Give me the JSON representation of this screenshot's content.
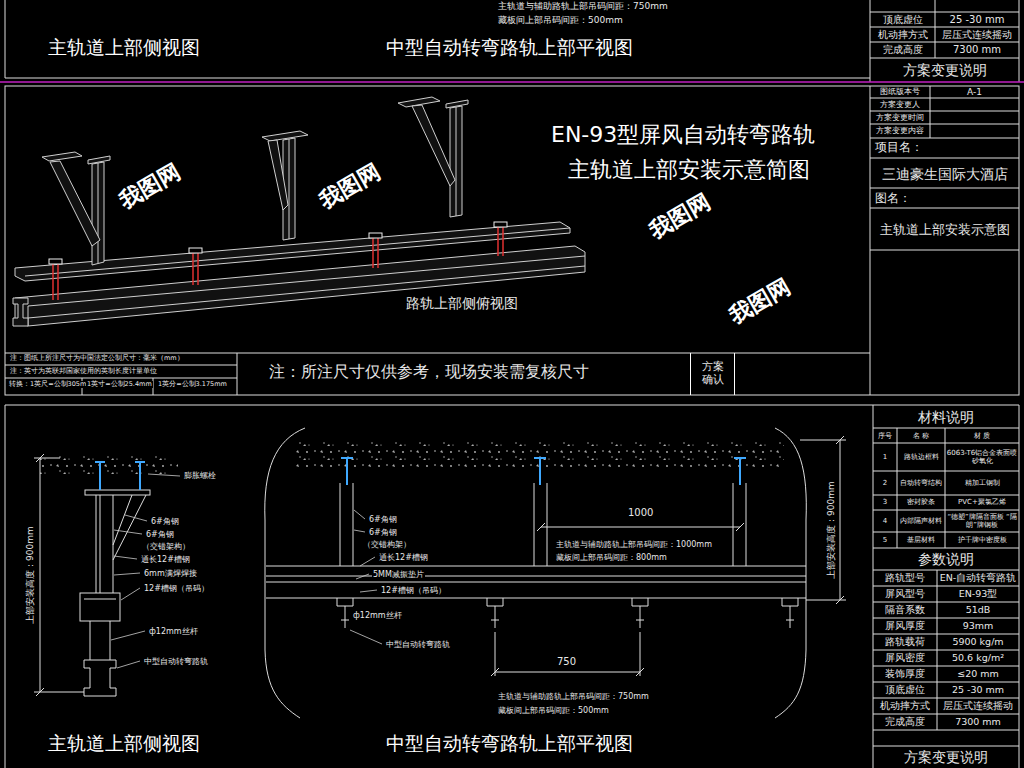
{
  "diagram": {
    "nodes": [
      {
        "text": [
          "方案确认"
        ]
      }
    ],
    "labels": [
      "主轨道与辅助路轨上部吊码间距：750mm",
      "藏板间上部吊码间距：500mm",
      "主轨道上部侧视图",
      "中型自动转弯路轨上部平视图",
      "顶底虚位",
      "25 -30 mm",
      "机动摔方式",
      "层压式连续摇动",
      "完成高度",
      "7300 mm",
      "方案变更说明",
      "图纸版本号",
      "A-1",
      "方案变更人",
      "方案变更时间",
      "方案变更内容",
      "项目名：",
      "三迪豪生国际大酒店",
      "图名：",
      "主轨道上部安装示意图",
      "EN-93型屏风自动转弯路轨",
      "主轨道上部安装示意简图",
      "路轨上部侧俯视图",
      "注：图纸上所注尺寸为中国法定公制尺寸：毫米（mm）",
      "注：英寸为英联邦国家使用的英制长度计量单位",
      "转换：1英尺=公制305mm",
      "1英寸=公制25.4mm",
      "1英分=公制3.175mm",
      "注：所注尺寸仅供参考，现场安装需复核尺寸",
      "膨胀螺栓",
      "6#角钢",
      "6#角钢",
      "（交错架构）",
      "通长12#槽钢",
      "6mm满焊焊接",
      "12#槽钢（吊码）",
      "ф12mm丝杆",
      "中型自动转弯路轨",
      "上部安装高度：900mm",
      "6#角钢",
      "6#角钢",
      "（交错构架）",
      "通长12#槽钢",
      "1000",
      "主轨道与辅助路轨上部吊码间距：1000mm",
      "藏板间上部吊码间距：800mm",
      "5MM减振垫片",
      "12#槽钢（吊码）",
      "ф12mm丝杆",
      "中型自动转弯路轨",
      "750",
      "主轨道与辅助路轨上部吊码间距：750mm",
      "藏板间上部吊码间距：500mm",
      "主轨道上部侧视图",
      "中型自动转弯路轨上部平视图",
      "上部安装高度：900mm",
      "材料说明",
      "序号",
      "名 称",
      "材 质",
      "1",
      "路轨边框料",
      "6063-T6铝合金表面喷砂氧化",
      "2",
      "自动转弯结构",
      "精加工钢制",
      "3",
      "密封胶条",
      "PVC+聚氯乙烯",
      "4",
      "内部隔声材料",
      "“德塑”牌隔音面板 “隔朗”牌钢板",
      "5",
      "基层材料",
      "护千牌中密度板",
      "参数说明",
      "路轨型号",
      "EN-自动转弯路轨",
      "屏风型号",
      "EN-93型",
      "隔音系数",
      "51dB",
      "屏风厚度",
      "93mm",
      "路轨载荷",
      "5900 kg/m",
      "屏风密度",
      "50.6 kg/m²",
      "装饰厚度",
      "≤20 mm",
      "顶底虚位",
      "25 -30 mm",
      "机动摔方式",
      "层压式连续摇动",
      "完成高度",
      "7300 mm",
      "方案变更说明",
      "我图网",
      "我图网",
      "我图网",
      "我图网"
    ]
  }
}
